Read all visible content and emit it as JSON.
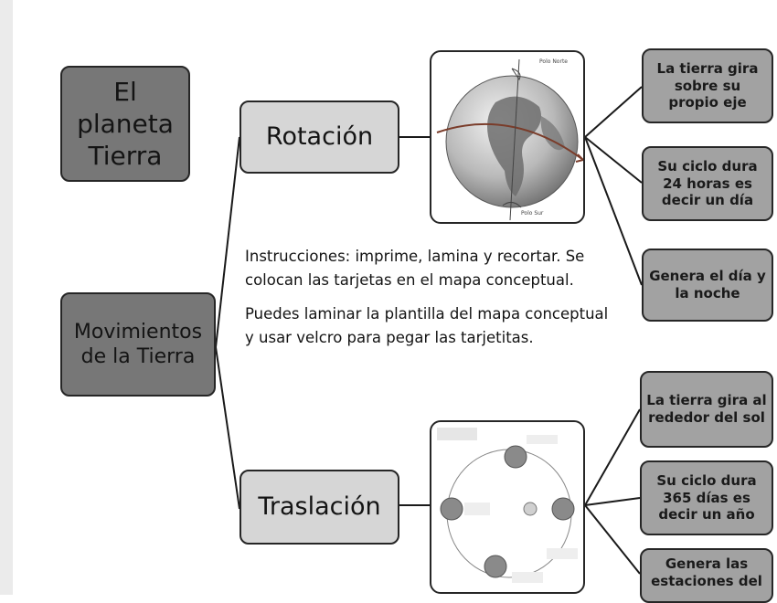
{
  "title_box": {
    "text": "El planeta Tierra"
  },
  "main_box": {
    "text": "Movimientos de la Tierra"
  },
  "rotation": {
    "label": "Rotación",
    "pole_north": "Polo Norte",
    "pole_south": "Polo Sur",
    "cards": [
      "La tierra gira sobre su propio eje",
      "Su ciclo dura 24 horas es decir un día",
      "Genera el día y la noche"
    ]
  },
  "translation": {
    "label": "Traslación",
    "cards": [
      "La tierra gira al rededor del sol",
      "Su ciclo dura 365 días es decir un año",
      "Genera las estaciones del"
    ]
  },
  "instructions": {
    "line1": "Instrucciones: imprime, lamina y  recortar. Se colocan  las tarjetas en el mapa conceptual.",
    "line2": "Puedes laminar la plantilla del mapa conceptual y usar velcro para pegar las tarjetitas."
  },
  "colors": {
    "dark_box": "#777777",
    "light_box": "#d6d6d6",
    "card_box": "#a2a2a2",
    "outline": "#262626"
  }
}
